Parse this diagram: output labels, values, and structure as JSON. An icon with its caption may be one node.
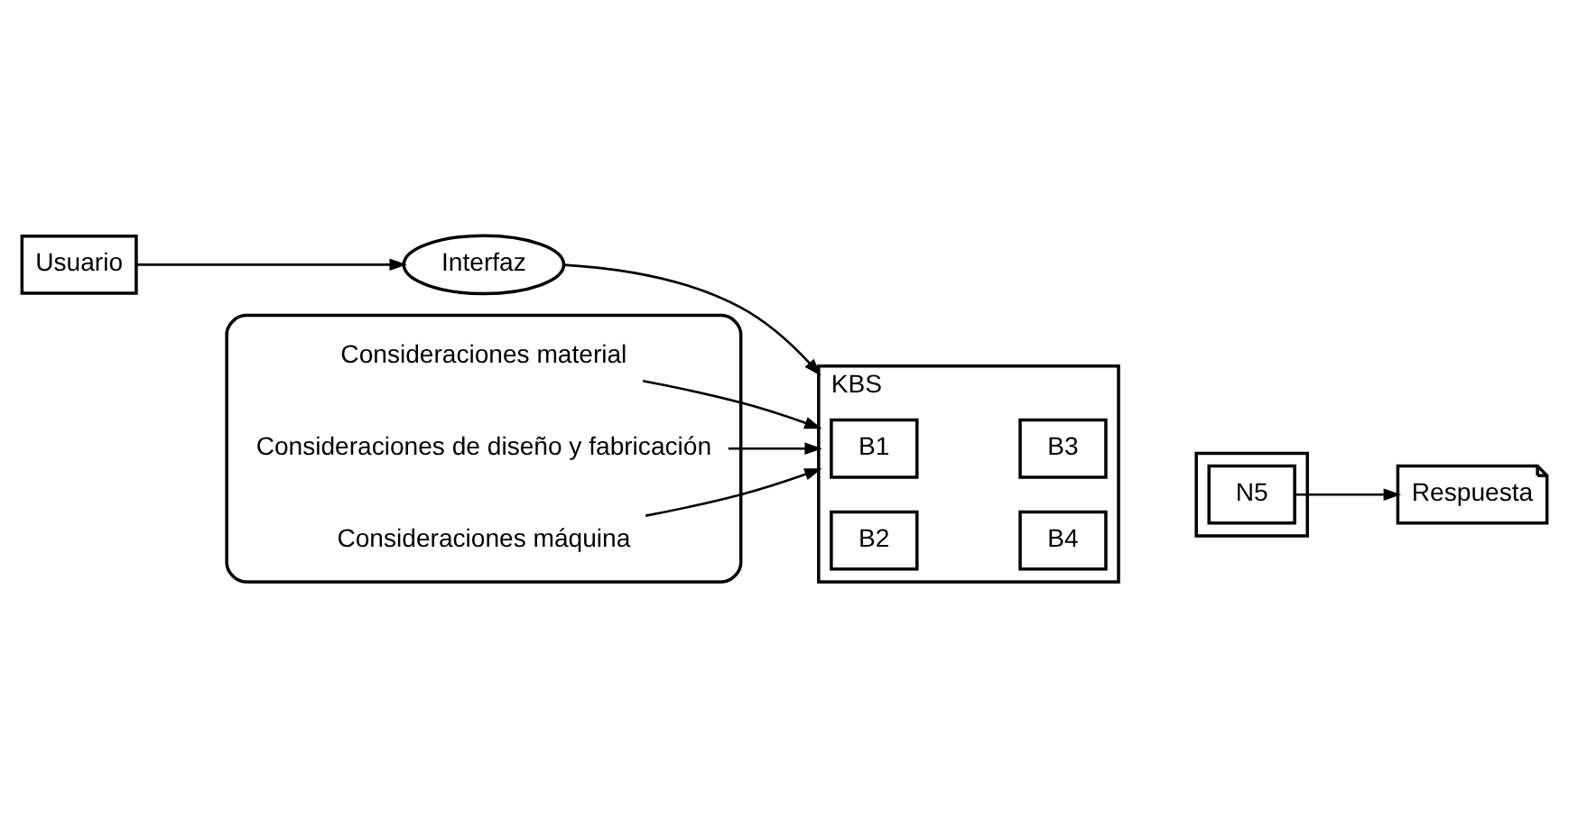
{
  "diagram": {
    "nodes": [
      {
        "text": [
          "Usuario"
        ]
      },
      {
        "text": [
          "Interfaz"
        ]
      },
      {
        "text": [
          "KBS"
        ]
      },
      {
        "text": [
          "B1"
        ],
        "in": 2
      },
      {
        "text": [
          "B3"
        ],
        "in": 2
      },
      {
        "text": [
          "B2"
        ],
        "in": 2
      },
      {
        "text": [
          "B4"
        ],
        "in": 2
      },
      {
        "text": [],
        "shape": "box"
      },
      {
        "text": [
          "N5"
        ],
        "in": 7
      },
      {
        "text": [
          "Respuesta"
        ]
      },
      {
        "text": [],
        "shape": "cylinder"
      },
      {
        "text": [
          "Consideraciones material"
        ],
        "in": 10
      },
      {
        "text": [
          "Consideraciones de diseño y fabricación"
        ],
        "in": 10
      },
      {
        "text": [
          "Consideraciones máquina"
        ],
        "in": 10
      }
    ],
    "edges": [
      {
        "from": 0,
        "to": 1,
        "arrow": "to"
      },
      {
        "from": 1,
        "to": 2,
        "arrow": "to"
      },
      {
        "from": 8,
        "to": 9,
        "arrow": "to"
      },
      {
        "from": 11,
        "to": 2,
        "arrow": "to"
      },
      {
        "from": 12,
        "to": 2,
        "arrow": "to"
      },
      {
        "from": 13,
        "to": 2,
        "arrow": "to"
      }
    ]
  }
}
